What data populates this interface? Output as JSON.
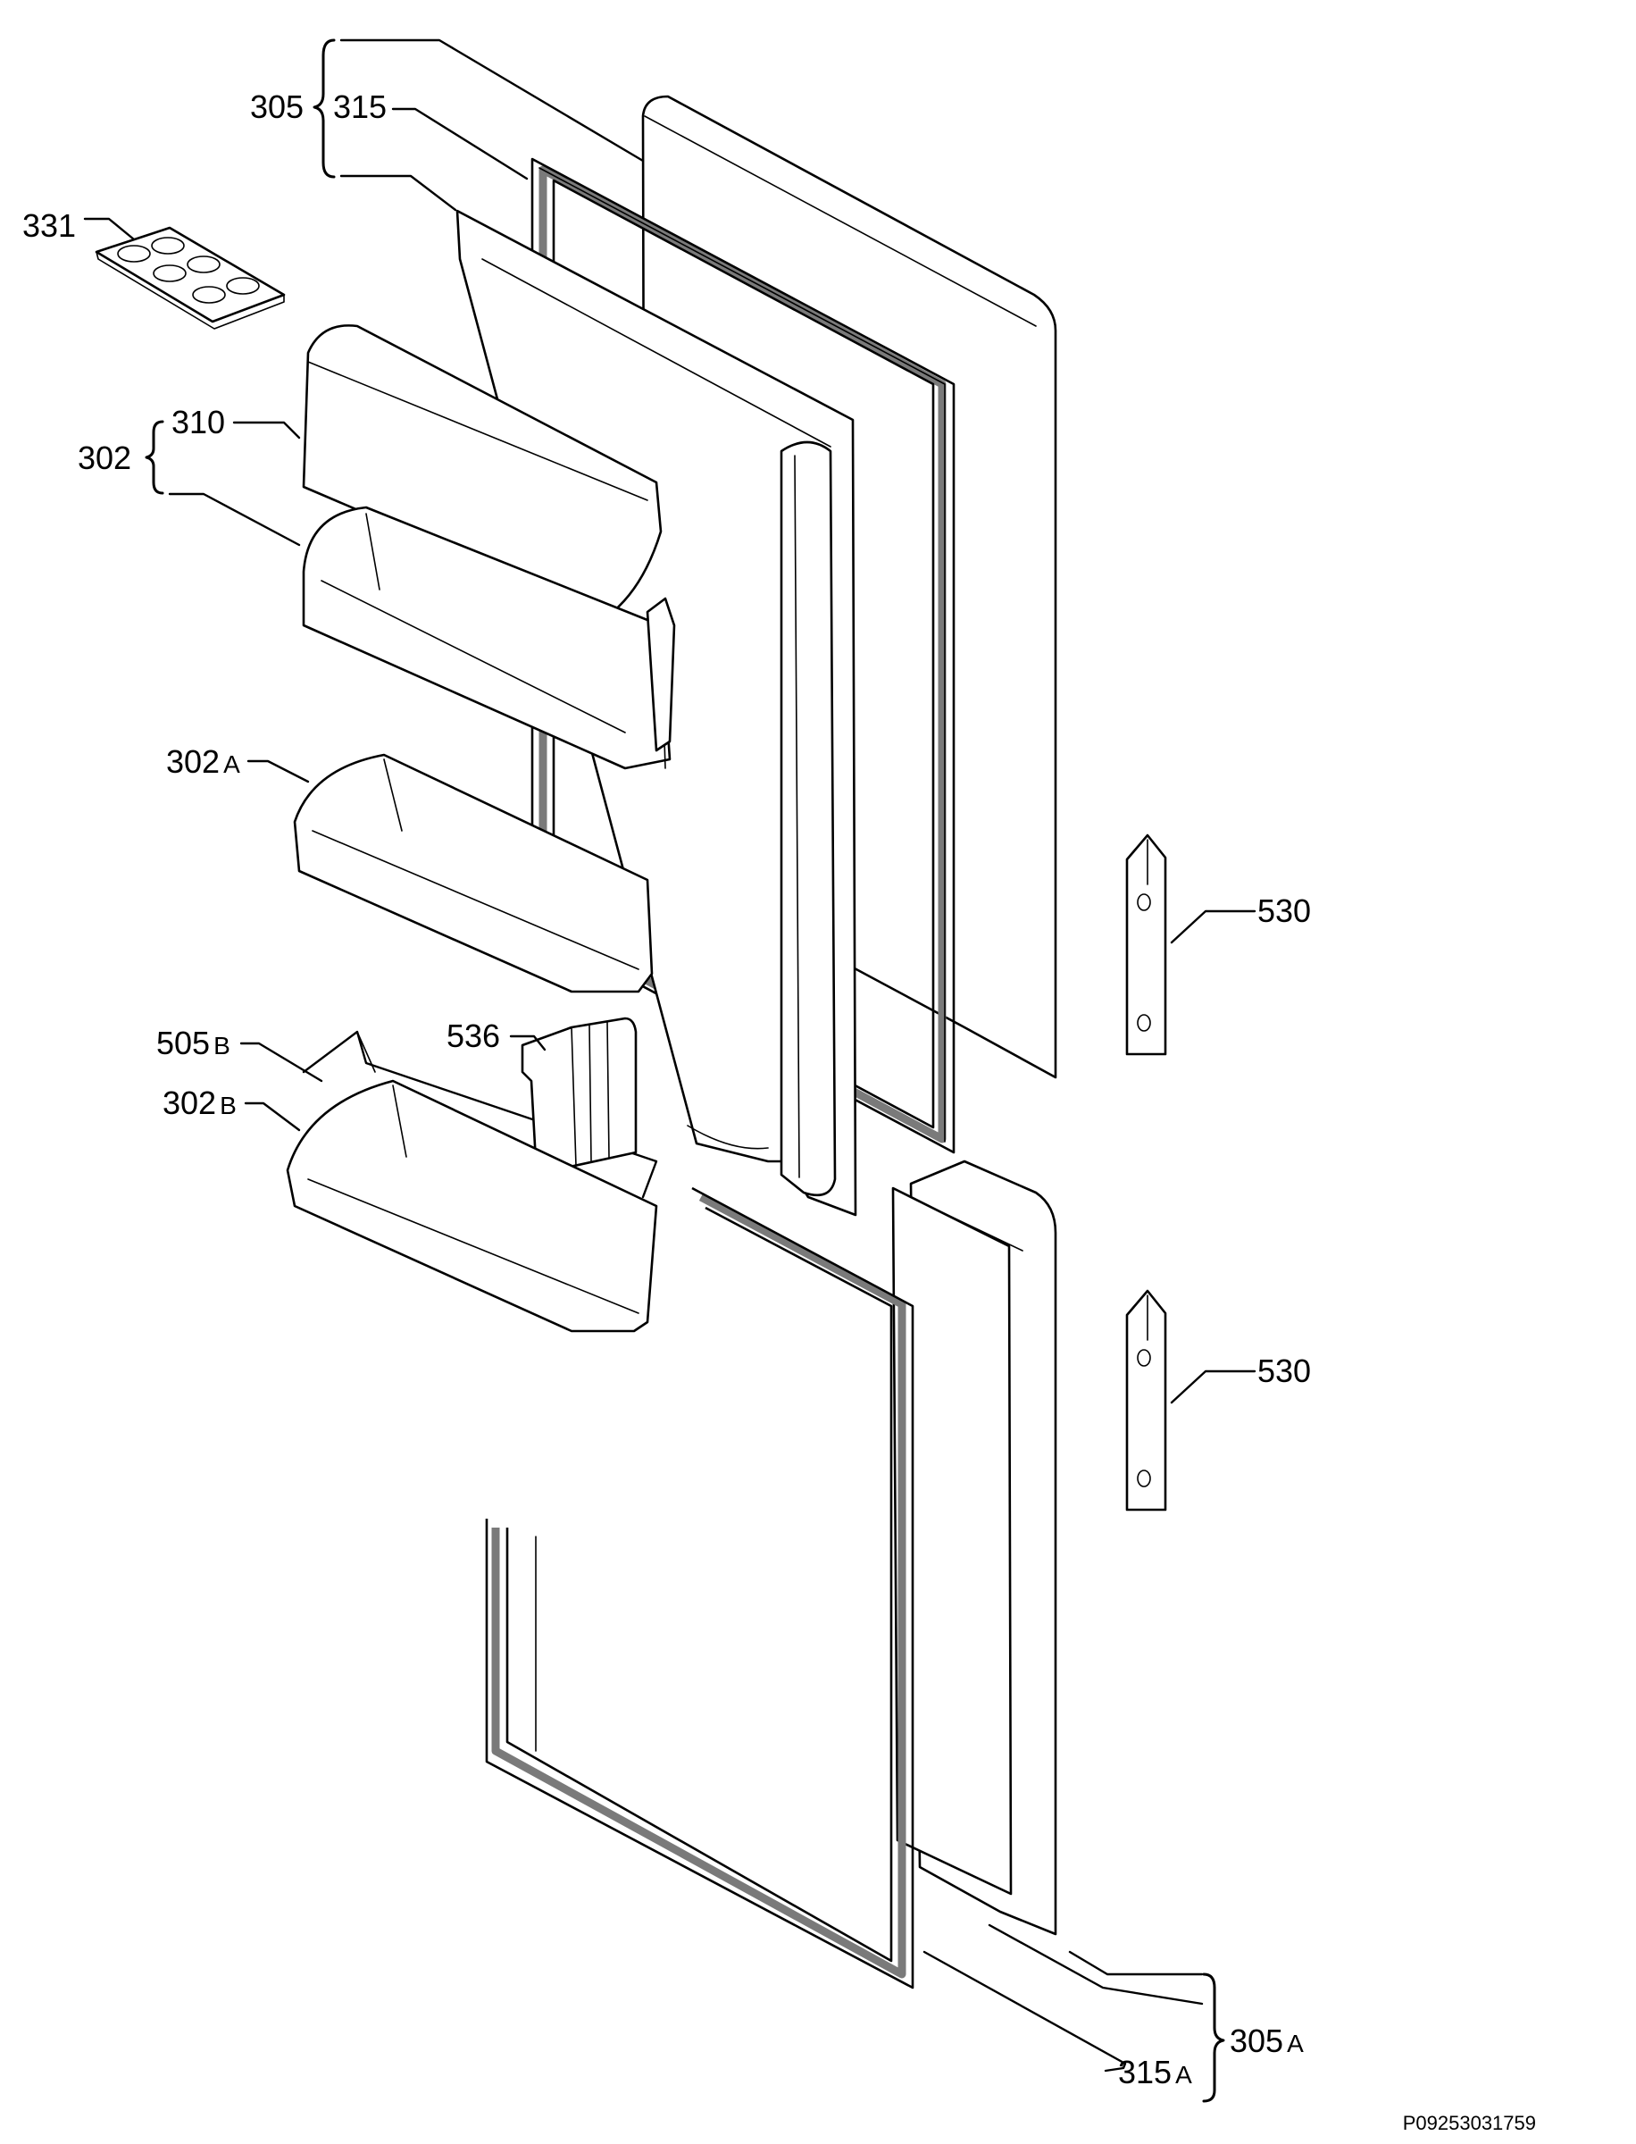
{
  "diagram": {
    "callouts": {
      "c305": {
        "num": "305"
      },
      "c315": {
        "num": "315"
      },
      "c331": {
        "num": "331"
      },
      "c302": {
        "num": "302"
      },
      "c310": {
        "num": "310"
      },
      "c302a": {
        "num": "302",
        "suffix": "A"
      },
      "c505b": {
        "num": "505",
        "suffix": "B"
      },
      "c302b": {
        "num": "302",
        "suffix": "B"
      },
      "c536": {
        "num": "536"
      },
      "c530_top": {
        "num": "530"
      },
      "c530_bottom": {
        "num": "530"
      },
      "c305a": {
        "num": "305",
        "suffix": "A"
      },
      "c315a": {
        "num": "315",
        "suffix": "A"
      }
    },
    "drawing_code": "P09253031759"
  }
}
